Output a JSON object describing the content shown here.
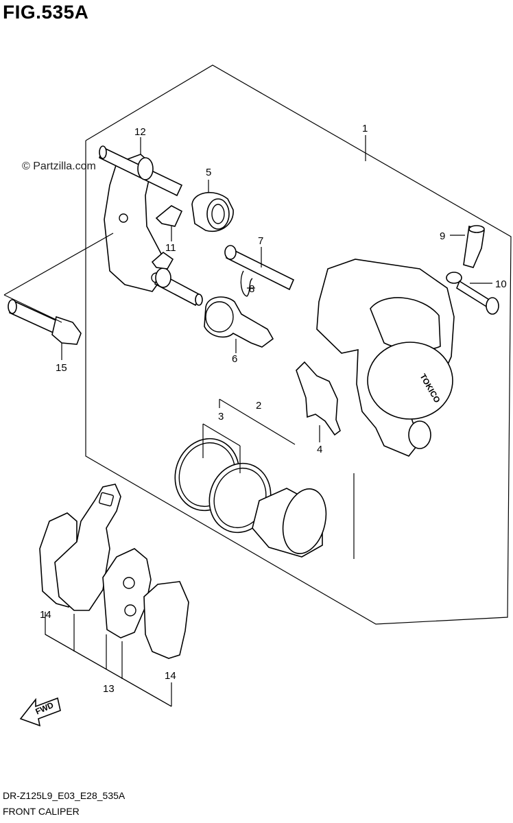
{
  "figure": {
    "title": "FIG.535A",
    "watermark": "© Partzilla.com",
    "code": "DR-Z125L9_E03_E28_535A",
    "caption": "FRONT CALIPER",
    "fwd_label": "FWD",
    "caliper_stamp": "TOKICO"
  },
  "callouts": [
    {
      "id": "c1",
      "label": "1"
    },
    {
      "id": "c2",
      "label": "2"
    },
    {
      "id": "c3",
      "label": "3"
    },
    {
      "id": "c4",
      "label": "4"
    },
    {
      "id": "c5",
      "label": "5"
    },
    {
      "id": "c6",
      "label": "6"
    },
    {
      "id": "c7",
      "label": "7"
    },
    {
      "id": "c8",
      "label": "8"
    },
    {
      "id": "c9",
      "label": "9"
    },
    {
      "id": "c10",
      "label": "10"
    },
    {
      "id": "c11",
      "label": "11"
    },
    {
      "id": "c12",
      "label": "12"
    },
    {
      "id": "c13",
      "label": "13"
    },
    {
      "id": "c14a",
      "label": "14"
    },
    {
      "id": "c14b",
      "label": "14"
    },
    {
      "id": "c15",
      "label": "15"
    }
  ]
}
